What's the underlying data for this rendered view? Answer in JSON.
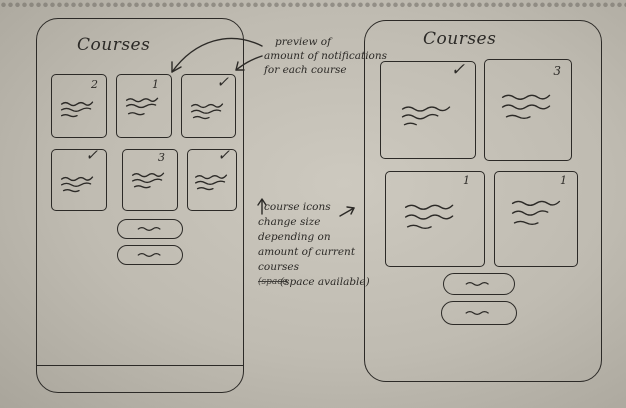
{
  "left_mockup": {
    "title": "Courses",
    "cards": [
      {
        "badge": "2"
      },
      {
        "badge": "1"
      },
      {
        "badge": "✓"
      },
      {
        "badge": "✓"
      },
      {
        "badge": "3"
      },
      {
        "badge": "✓"
      }
    ],
    "pill_count": 2
  },
  "right_mockup": {
    "title": "Courses",
    "cards": [
      {
        "badge": "✓"
      },
      {
        "badge": "3"
      },
      {
        "badge": "1"
      },
      {
        "badge": "1"
      }
    ],
    "pill_count": 2
  },
  "annotations": {
    "preview_note": [
      "preview of",
      "amount of notifications",
      "for each course"
    ],
    "size_note": [
      "course icons",
      "change size",
      "depending on",
      "amount of current",
      "courses"
    ],
    "size_note_struck": "(space",
    "size_note_tail": "(space available)"
  },
  "colors": {
    "ink": "#2c2a27",
    "paper": "#c6c2b8"
  }
}
